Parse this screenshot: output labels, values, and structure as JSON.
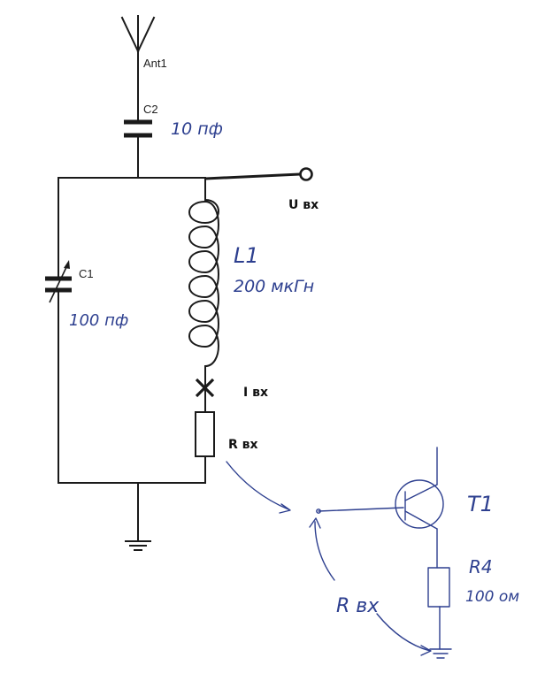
{
  "labels": {
    "antenna": "Ant1",
    "c2": "C2",
    "c2_value": "10 пф",
    "u_in": "U вх",
    "l1": "L1",
    "l1_value": "200 мкГн",
    "c1": "C1",
    "c1_value": "100 пф",
    "i_in": "I вх",
    "r_in": "R вх",
    "t1": "T1",
    "r4": "R4",
    "r4_value": "100 ом",
    "r_in_hand": "R вх"
  },
  "colors": {
    "ink": "#1a1a1a",
    "handwriting": "#2d3f8f"
  }
}
